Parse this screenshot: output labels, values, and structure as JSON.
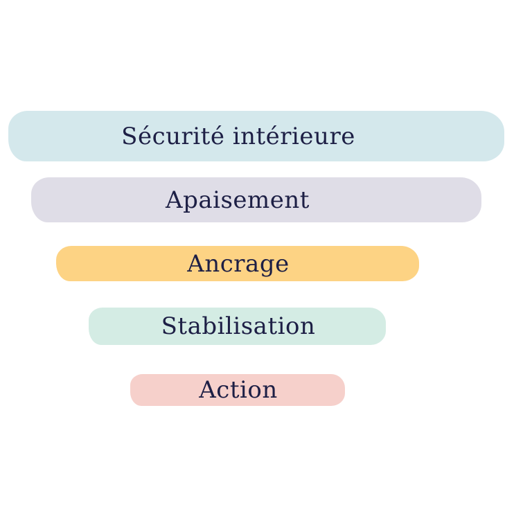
{
  "diagram": {
    "levels": [
      {
        "label": "Sécurité intérieure",
        "color": "#d4e8ec"
      },
      {
        "label": "Apaisement",
        "color": "#dfdde7"
      },
      {
        "label": "Ancrage",
        "color": "#fdd384"
      },
      {
        "label": "Stabilisation",
        "color": "#d4ece4"
      },
      {
        "label": "Action",
        "color": "#f6d0cb"
      }
    ]
  }
}
